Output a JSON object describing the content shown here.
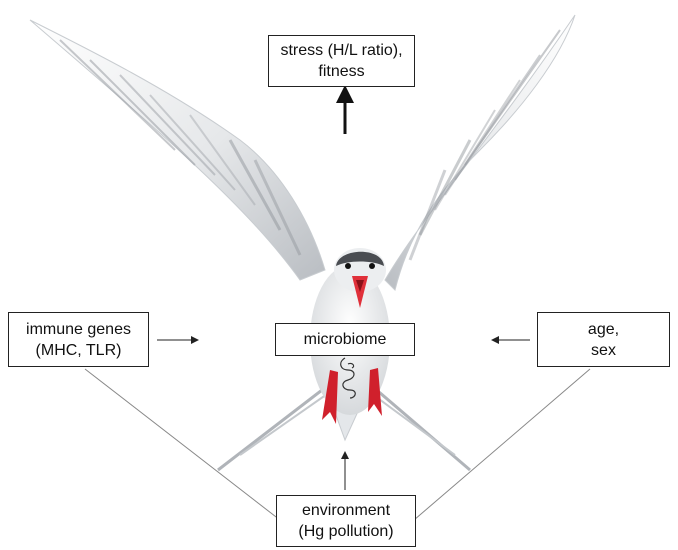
{
  "diagram": {
    "nodes": {
      "stress": {
        "lines": [
          "stress (H/L ratio),",
          "fitness"
        ]
      },
      "immune": {
        "lines": [
          "immune genes",
          "(MHC, TLR)"
        ]
      },
      "microbiome": {
        "lines": [
          "microbiome"
        ]
      },
      "age_sex": {
        "lines": [
          "age,",
          "sex"
        ]
      },
      "environment": {
        "lines": [
          "environment",
          "(Hg pollution)"
        ]
      }
    },
    "edges": [
      {
        "from": "microbiome",
        "to": "stress",
        "style": "bold-arrow"
      },
      {
        "from": "immune",
        "to": "microbiome",
        "style": "arrow"
      },
      {
        "from": "age_sex",
        "to": "microbiome",
        "style": "arrow"
      },
      {
        "from": "environment",
        "to": "microbiome",
        "style": "arrow"
      },
      {
        "from": "environment",
        "to": "immune",
        "style": "thin-line"
      },
      {
        "from": "environment",
        "to": "age_sex",
        "style": "thin-line"
      }
    ],
    "background_image": "arctic-tern-with-spread-wings",
    "colors": {
      "bird_beak": "#e0303a",
      "bird_feet": "#d0202c",
      "wing_grey": "#9a9ea4",
      "line": "#222222"
    }
  }
}
